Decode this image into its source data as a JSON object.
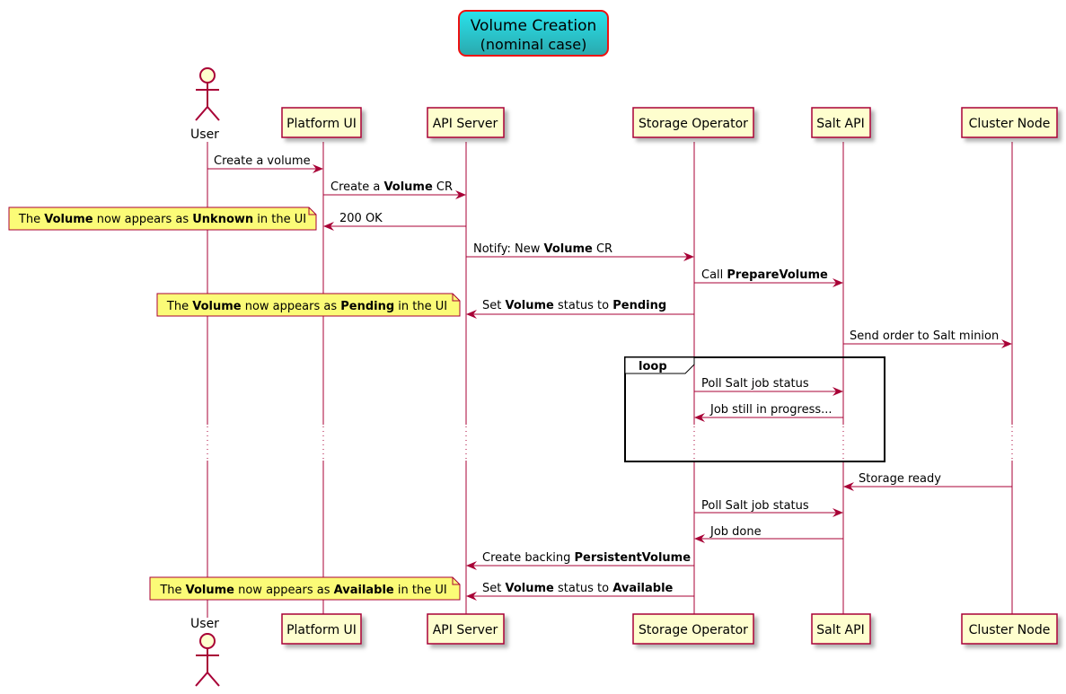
{
  "title": {
    "line1": "Volume Creation",
    "line2": "(nominal case)"
  },
  "participants": {
    "user": {
      "label": "User",
      "type": "actor"
    },
    "platform_ui": {
      "label": "Platform UI"
    },
    "api_server": {
      "label": "API Server"
    },
    "storage_operator": {
      "label": "Storage Operator"
    },
    "salt_api": {
      "label": "Salt API"
    },
    "cluster_node": {
      "label": "Cluster Node"
    }
  },
  "messages": [
    {
      "from": "User",
      "to": "Platform UI",
      "parts": [
        {
          "t": "Create a volume"
        }
      ]
    },
    {
      "from": "Platform UI",
      "to": "API Server",
      "parts": [
        {
          "t": "Create a "
        },
        {
          "t": "Volume",
          "b": true
        },
        {
          "t": " CR"
        }
      ]
    },
    {
      "from": "API Server",
      "to": "Platform UI",
      "parts": [
        {
          "t": "200 OK"
        }
      ]
    },
    {
      "from": "API Server",
      "to": "Storage Operator",
      "parts": [
        {
          "t": "Notify: New "
        },
        {
          "t": "Volume",
          "b": true
        },
        {
          "t": " CR"
        }
      ]
    },
    {
      "from": "Storage Operator",
      "to": "Salt API",
      "parts": [
        {
          "t": "Call "
        },
        {
          "t": "PrepareVolume",
          "b": true
        }
      ]
    },
    {
      "from": "Storage Operator",
      "to": "API Server",
      "parts": [
        {
          "t": "Set "
        },
        {
          "t": "Volume",
          "b": true
        },
        {
          "t": " status to "
        },
        {
          "t": "Pending",
          "b": true
        }
      ]
    },
    {
      "from": "Salt API",
      "to": "Cluster Node",
      "parts": [
        {
          "t": "Send order to Salt minion"
        }
      ]
    },
    {
      "from": "Storage Operator",
      "to": "Salt API",
      "parts": [
        {
          "t": "Poll Salt job status"
        }
      ]
    },
    {
      "from": "Salt API",
      "to": "Storage Operator",
      "parts": [
        {
          "t": "Job still in progress..."
        }
      ]
    },
    {
      "from": "Cluster Node",
      "to": "Salt API",
      "parts": [
        {
          "t": "Storage ready"
        }
      ]
    },
    {
      "from": "Storage Operator",
      "to": "Salt API",
      "parts": [
        {
          "t": "Poll Salt job status"
        }
      ]
    },
    {
      "from": "Salt API",
      "to": "Storage Operator",
      "parts": [
        {
          "t": "Job done"
        }
      ]
    },
    {
      "from": "Storage Operator",
      "to": "API Server",
      "parts": [
        {
          "t": "Create backing "
        },
        {
          "t": "PersistentVolume",
          "b": true
        }
      ]
    },
    {
      "from": "Storage Operator",
      "to": "API Server",
      "parts": [
        {
          "t": "Set "
        },
        {
          "t": "Volume",
          "b": true
        },
        {
          "t": " status to "
        },
        {
          "t": "Available",
          "b": true
        }
      ]
    }
  ],
  "notes": [
    {
      "parts": [
        {
          "t": "The "
        },
        {
          "t": "Volume",
          "b": true
        },
        {
          "t": " now appears as "
        },
        {
          "t": "Unknown",
          "b": true
        },
        {
          "t": " in the UI"
        }
      ]
    },
    {
      "parts": [
        {
          "t": "The "
        },
        {
          "t": "Volume",
          "b": true
        },
        {
          "t": " now appears as "
        },
        {
          "t": "Pending",
          "b": true
        },
        {
          "t": " in the UI"
        }
      ]
    },
    {
      "parts": [
        {
          "t": "The "
        },
        {
          "t": "Volume",
          "b": true
        },
        {
          "t": " now appears as "
        },
        {
          "t": "Available",
          "b": true
        },
        {
          "t": " in the UI"
        }
      ]
    }
  ],
  "loop": {
    "label": "loop"
  },
  "colors": {
    "title_gradient_start": "#29e3ec",
    "title_gradient_end": "#2aa8ad",
    "title_border": "#ee1111",
    "participant_fill": "#fefece",
    "participant_border": "#a80036",
    "line": "#a80036",
    "note_fill": "#fbfb77",
    "note_border": "#a80036",
    "loop_border": "#000000"
  }
}
